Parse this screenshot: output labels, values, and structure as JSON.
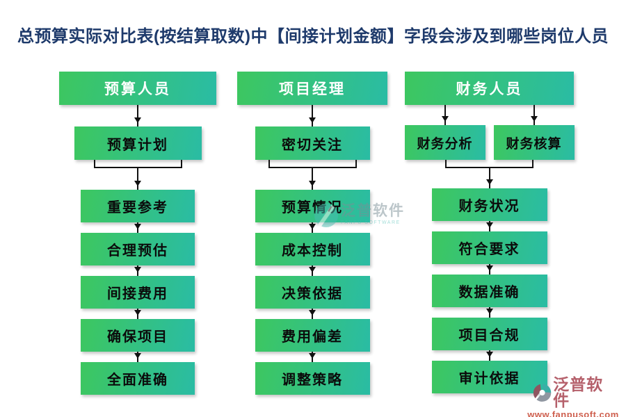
{
  "title": "总预算实际对比表(按结算取数)中【间接计划金额】字段会涉及到哪些岗位人员",
  "columns": [
    {
      "header": "预算人员",
      "flow": "预算计划",
      "items": [
        "重要参考",
        "合理预估",
        "间接费用",
        "确保项目",
        "全面准确"
      ]
    },
    {
      "header": "项目经理",
      "flow": "密切关注",
      "items": [
        "预算情况",
        "成本控制",
        "决策依据",
        "费用偏差",
        "调整策略"
      ]
    },
    {
      "header": "财务人员",
      "flow_left": "财务分析",
      "flow_right": "财务核算",
      "items": [
        "财务状况",
        "符合要求",
        "数据准确",
        "项目合规",
        "审计依据"
      ]
    }
  ],
  "watermark": {
    "brand": "泛普软件",
    "caption": "FANPU SOFTWARE"
  },
  "footer_logo": {
    "brand": "泛普软件",
    "website": "www.fanpusoft.com"
  },
  "colors": {
    "gradient_start": "#3dc75f",
    "gradient_end": "#2abca4",
    "title_text": "#1e3a6b",
    "connector": "#111111",
    "logo_brand": "#b5606b",
    "logo_url": "#ce5f4e",
    "watermark_teal": "#49bdb2"
  }
}
